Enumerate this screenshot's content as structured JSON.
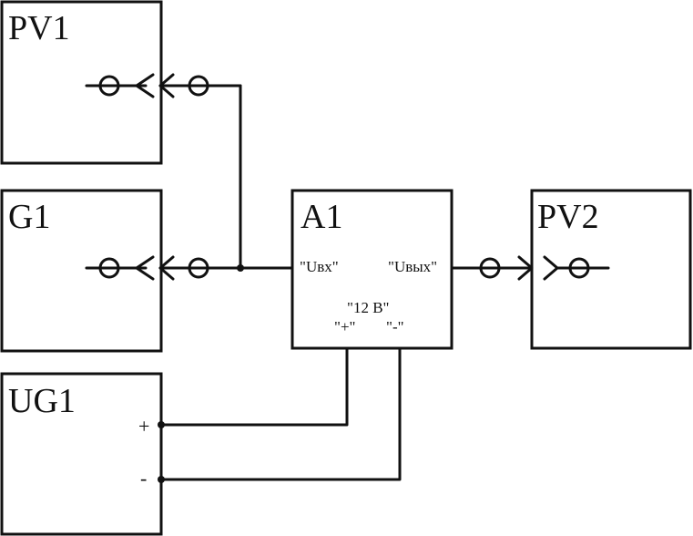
{
  "blocks": {
    "pv1": {
      "label": "PV1"
    },
    "g1": {
      "label": "G1"
    },
    "a1": {
      "label": "A1",
      "input_label": "\"Uвх\"",
      "output_label": "\"Uвых\"",
      "supply_label": "\"12 В\"",
      "plus_label": "\"+\"",
      "minus_label": "\"-\""
    },
    "pv2": {
      "label": "PV2"
    },
    "ug1": {
      "label": "UG1",
      "plus_sign": "+",
      "minus_sign": "-"
    }
  },
  "colors": {
    "stroke": "#111111",
    "background": "#ffffff"
  }
}
